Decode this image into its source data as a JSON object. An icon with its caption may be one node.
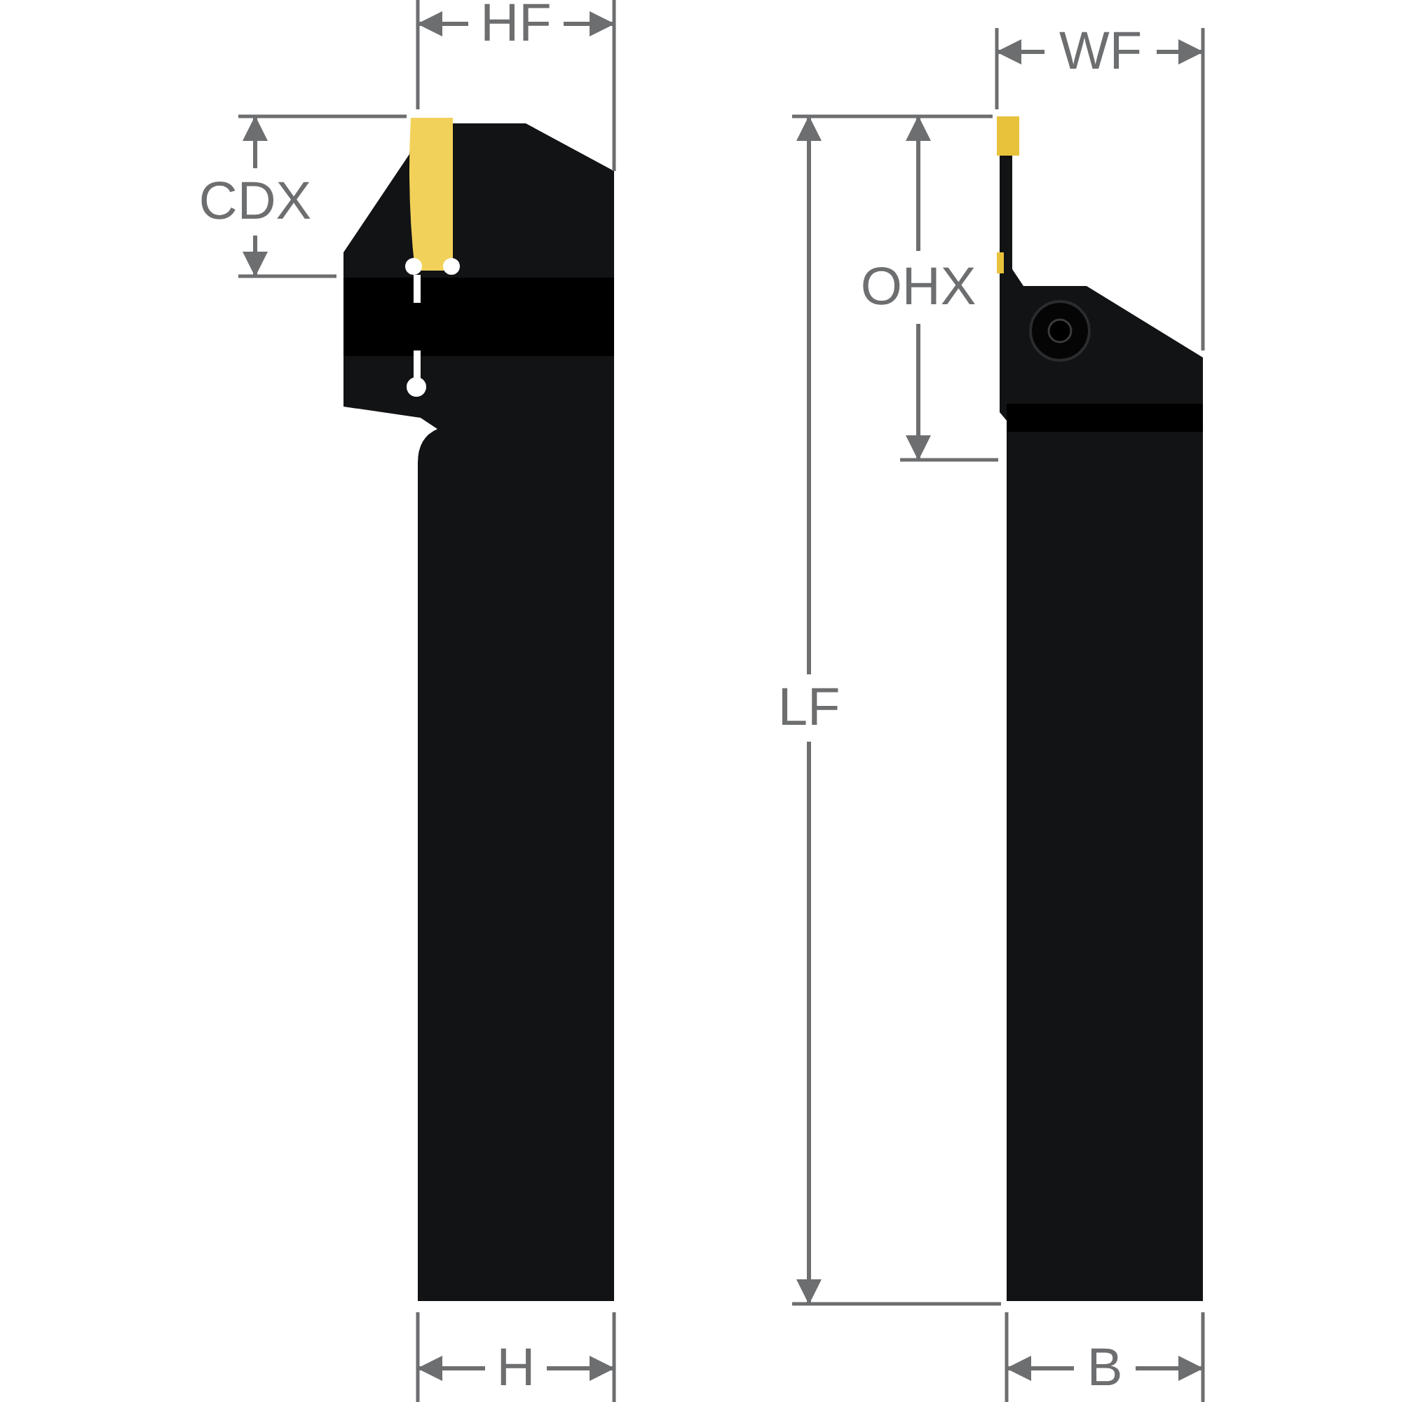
{
  "diagram": {
    "labels": [
      "HF",
      "CDX",
      "WF",
      "OHX",
      "LF",
      "H",
      "B"
    ]
  }
}
